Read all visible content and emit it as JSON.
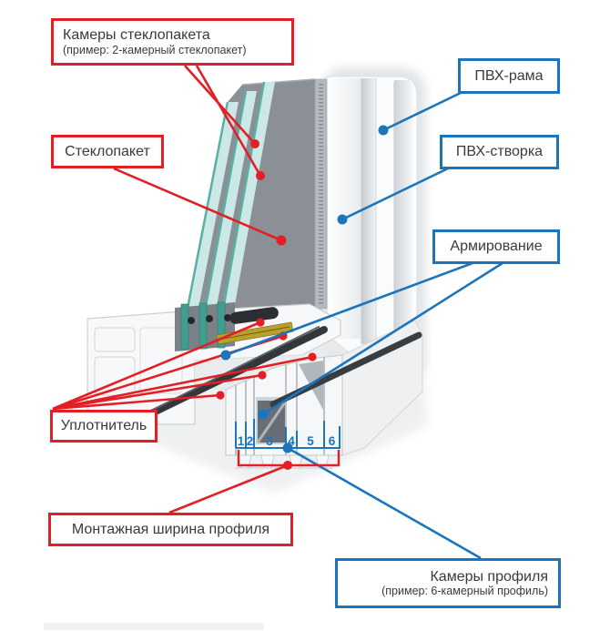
{
  "labels": {
    "glazing_chambers": {
      "title": "Камеры стеклопакета",
      "subtitle": "(пример: 2-камерный стеклопакет)"
    },
    "glazing_unit": {
      "title": "Стеклопакет"
    },
    "pvc_frame": {
      "title": "ПВХ-рама"
    },
    "pvc_sash": {
      "title": "ПВХ-створка"
    },
    "reinforcement": {
      "title": "Армирование"
    },
    "seal": {
      "title": "Уплотнитель"
    },
    "mounting_width": {
      "title": "Монтажная ширина профиля"
    },
    "profile_chambers": {
      "title": "Камеры профиля",
      "subtitle": "(пример: 6-камерный профиль)"
    }
  },
  "profile_chamber_numbers": {
    "n1": "1",
    "n2": "2",
    "n3": "3",
    "n4": "4",
    "n5": "5",
    "n6": "6"
  },
  "colors": {
    "red_accent": "#e31e24",
    "blue_accent": "#1b75bc",
    "label_text": "#3a3a3c",
    "glass_edge_teal": "#58b0a6",
    "glass_face_gray": "#8a9095",
    "shim_yellow": "#b9a02c"
  }
}
